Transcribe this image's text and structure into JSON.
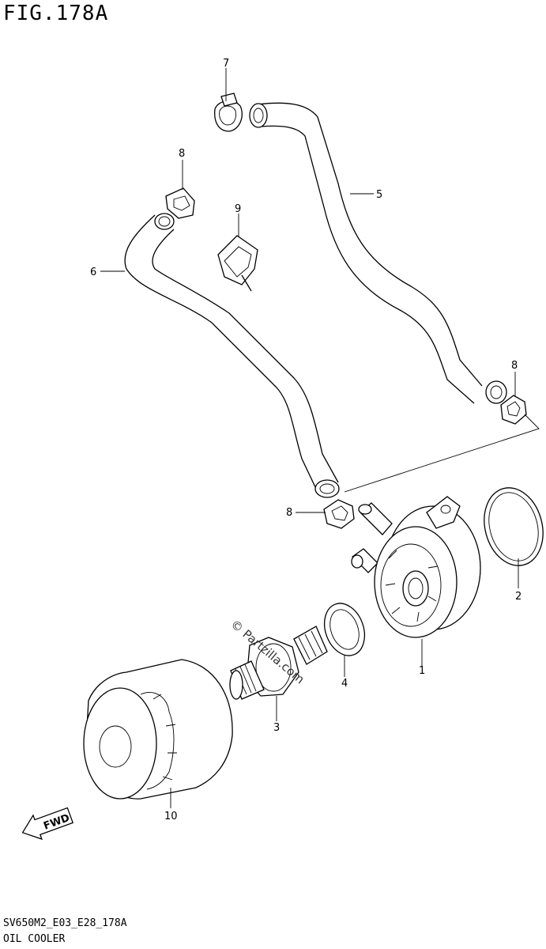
{
  "header": {
    "figure_title": "FIG.178A"
  },
  "footer": {
    "diagram_code": "SV650M2_E03_E28_178A",
    "section_title": "OIL COOLER"
  },
  "watermark": {
    "text": "© Partzilla.com"
  },
  "fwd_arrow": {
    "label": "FWD"
  },
  "callouts": {
    "c1": "1",
    "c2": "2",
    "c3": "3",
    "c4": "4",
    "c5": "5",
    "c6": "6",
    "c7": "7",
    "c8a": "8",
    "c8b": "8",
    "c8c": "8",
    "c9": "9",
    "c10": "10"
  }
}
